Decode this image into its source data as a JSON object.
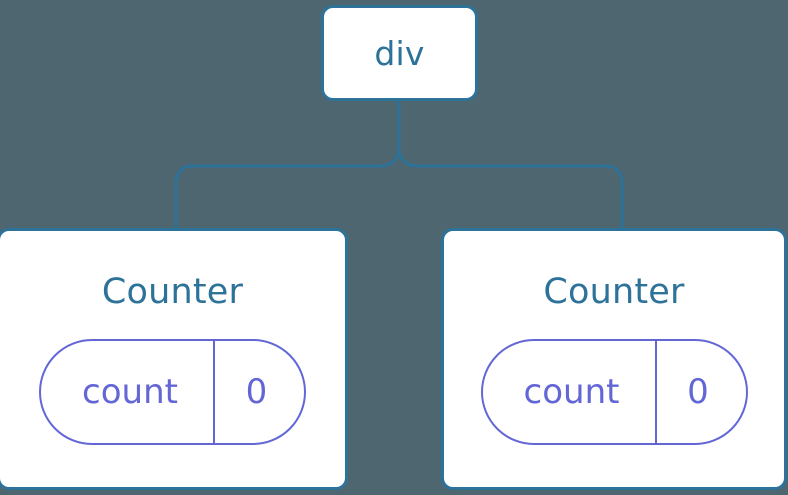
{
  "diagram": {
    "type": "component-tree",
    "background_color": "#4d6670",
    "node_border_color": "#2d7299",
    "node_text_color": "#2d7299",
    "pill_color": "#6367d6",
    "connector_color": "#2d7299",
    "root": {
      "label": "div"
    },
    "children": [
      {
        "label": "Counter",
        "state": {
          "key": "count",
          "value": "0"
        }
      },
      {
        "label": "Counter",
        "state": {
          "key": "count",
          "value": "0"
        }
      }
    ]
  }
}
